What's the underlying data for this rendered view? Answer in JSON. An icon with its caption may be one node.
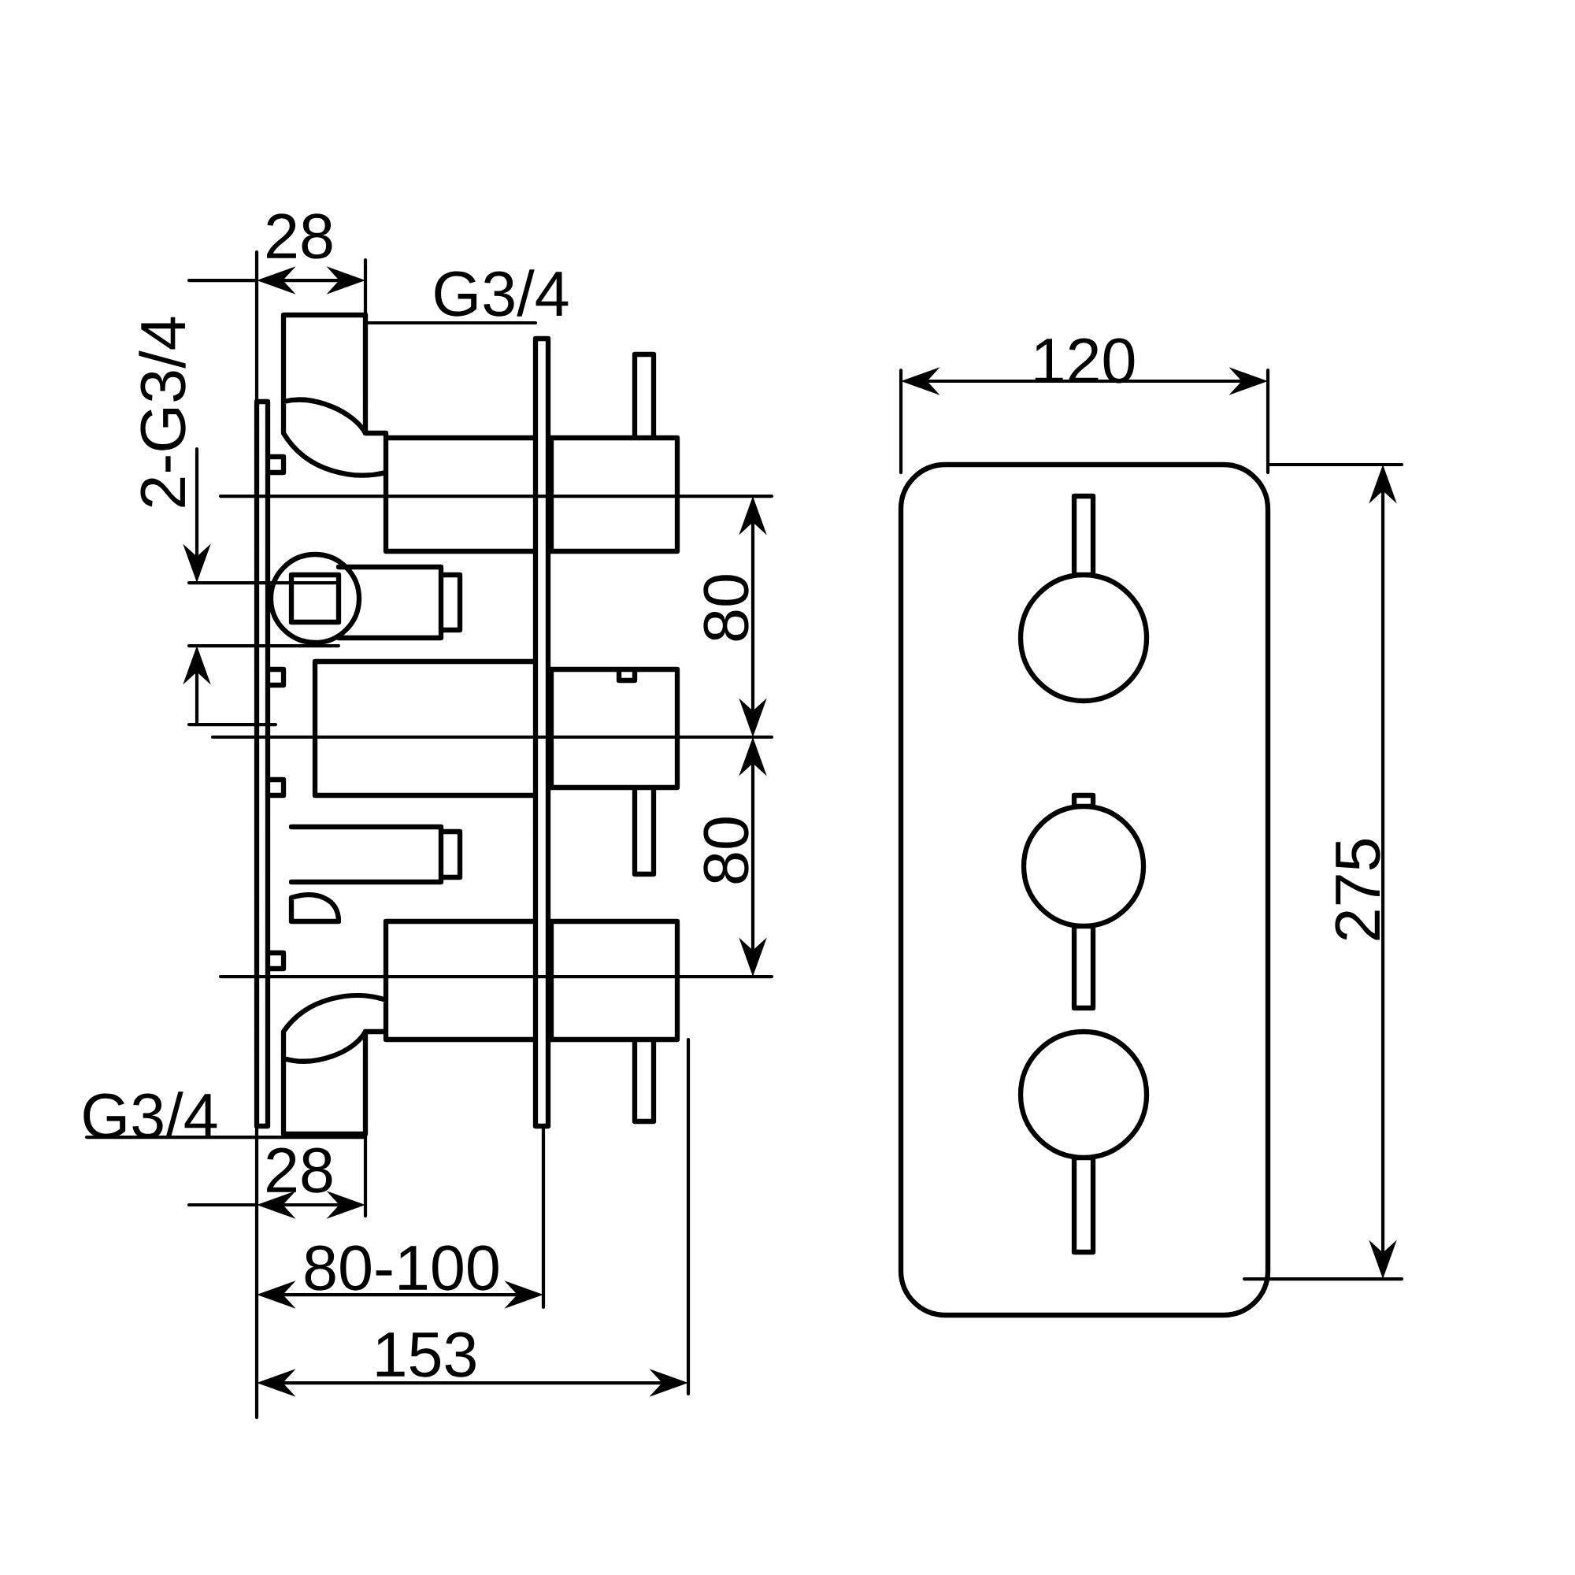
{
  "diagram": {
    "labels": [
      "28",
      "G3/4",
      "120",
      "2-G3/4",
      "80",
      "80",
      "275",
      "G3/4",
      "28",
      "80-100",
      "153"
    ]
  }
}
